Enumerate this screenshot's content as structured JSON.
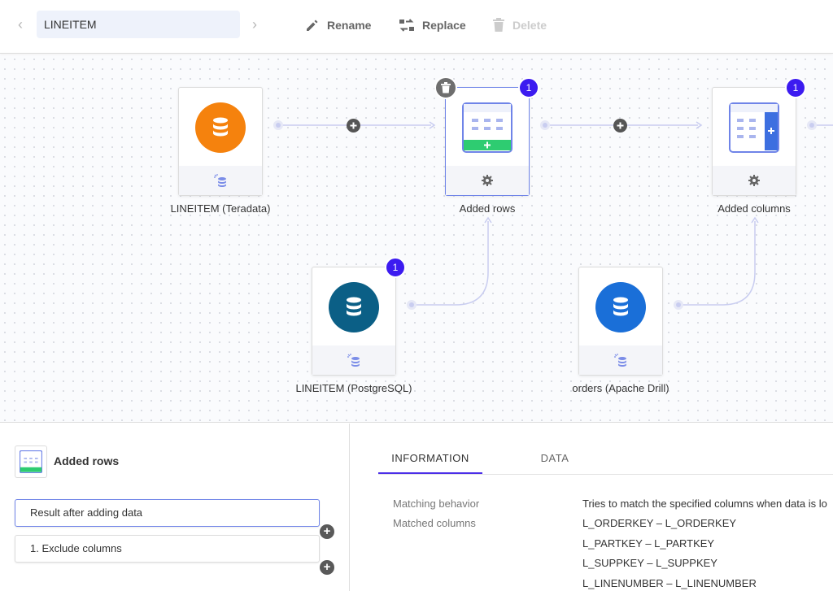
{
  "toolbar": {
    "name_value": "LINEITEM",
    "rename_label": "Rename",
    "replace_label": "Replace",
    "delete_label": "Delete"
  },
  "canvas": {
    "nodes": [
      {
        "label": "LINEITEM (Teradata)",
        "type": "source",
        "color": "#f5820d",
        "badge": ""
      },
      {
        "label": "Added rows",
        "type": "add-rows",
        "badge": "1",
        "selected": true
      },
      {
        "label": "Added columns",
        "type": "add-columns",
        "badge": "1"
      },
      {
        "label": "LINEITEM (PostgreSQL)",
        "type": "source",
        "color": "#0b5f86",
        "badge": "1"
      },
      {
        "label": "orders (Apache Drill)",
        "type": "source",
        "color": "#1a6fd8",
        "badge": ""
      }
    ],
    "colors": {
      "badge": "#3c1bf0",
      "accent_green": "#2ecc71",
      "accent_blue": "#3d6fe0",
      "edge": "#c9cdf0"
    }
  },
  "panel": {
    "title": "Added rows",
    "steps": [
      {
        "label": "Result after adding data"
      },
      {
        "label": "1. Exclude columns"
      }
    ],
    "add_symbol": "+"
  },
  "details": {
    "tabs": [
      "INFORMATION",
      "DATA"
    ],
    "active_tab": "INFORMATION",
    "rows": [
      {
        "key": "Matching behavior",
        "value": "Tries to match the specified columns when data is lo"
      },
      {
        "key": "Matched columns",
        "value": "L_ORDERKEY – L_ORDERKEY"
      },
      {
        "key": "",
        "value": "L_PARTKEY – L_PARTKEY"
      },
      {
        "key": "",
        "value": "L_SUPPKEY – L_SUPPKEY"
      },
      {
        "key": "",
        "value": "L_LINENUMBER – L_LINENUMBER"
      }
    ]
  }
}
